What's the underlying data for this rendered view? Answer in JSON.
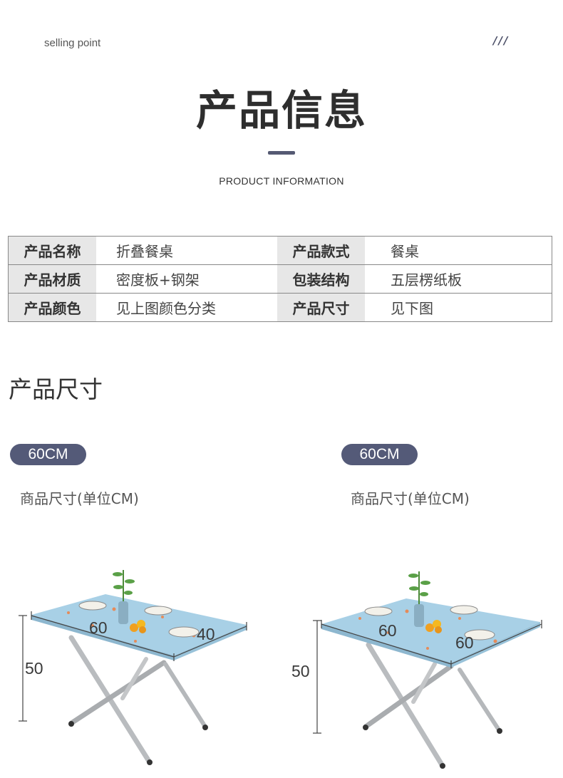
{
  "header": {
    "selling_point": "selling point",
    "slashes": "///",
    "title": "产品信息",
    "subtitle": "PRODUCT INFORMATION"
  },
  "info_table": {
    "rows": [
      {
        "k1": "产品名称",
        "v1": "折叠餐桌",
        "k2": "产品款式",
        "v2": "餐桌"
      },
      {
        "k1": "产品材质",
        "v1": "密度板+钢架",
        "k2": "包装结构",
        "v2": "五层楞纸板"
      },
      {
        "k1": "产品颜色",
        "v1": "见上图颜色分类",
        "k2": "产品尺寸",
        "v2": "见下图"
      }
    ]
  },
  "size_section": {
    "heading": "产品尺寸",
    "products": [
      {
        "badge": "60CM",
        "unit_note": "商品尺寸(单位CM)",
        "length": "60",
        "width": "40",
        "height": "50"
      },
      {
        "badge": "60CM",
        "unit_note": "商品尺寸(单位CM)",
        "length": "60",
        "width": "60",
        "height": "50"
      }
    ]
  },
  "colors": {
    "accent": "#545a78",
    "table_top": "#a8d0e6",
    "label_bg": "#e7e7e7"
  }
}
